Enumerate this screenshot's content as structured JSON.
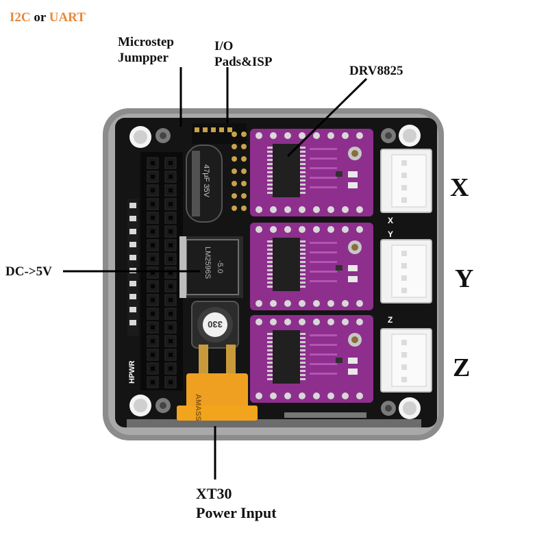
{
  "title": {
    "part1": "I2C",
    "part2": " or ",
    "part3": "UART"
  },
  "labels": {
    "microstep_line1": "Microstep",
    "microstep_line2": "Jumpper",
    "io_line1": "I/O",
    "io_line2": "Pads&ISP",
    "driver": "DRV8825",
    "dc": "DC->5V",
    "xt30_line1": "XT30",
    "xt30_line2": "Power Input"
  },
  "axes": {
    "x": "X",
    "y": "Y",
    "z": "Z"
  },
  "board_text": {
    "cap": "47μF 35V",
    "regulator_1": "LM2596S",
    "regulator_2": "-5.0",
    "inductor": "330",
    "connector": "AMASS",
    "hpwr": "HPWR",
    "silk_x": "X",
    "silk_y": "Y",
    "silk_z": "Z"
  },
  "colors": {
    "accent_orange": "#e8893a",
    "driver_purple": "#8e2f8e",
    "case_gray": "#8a8a8a",
    "connector_yellow": "#f0a020"
  }
}
